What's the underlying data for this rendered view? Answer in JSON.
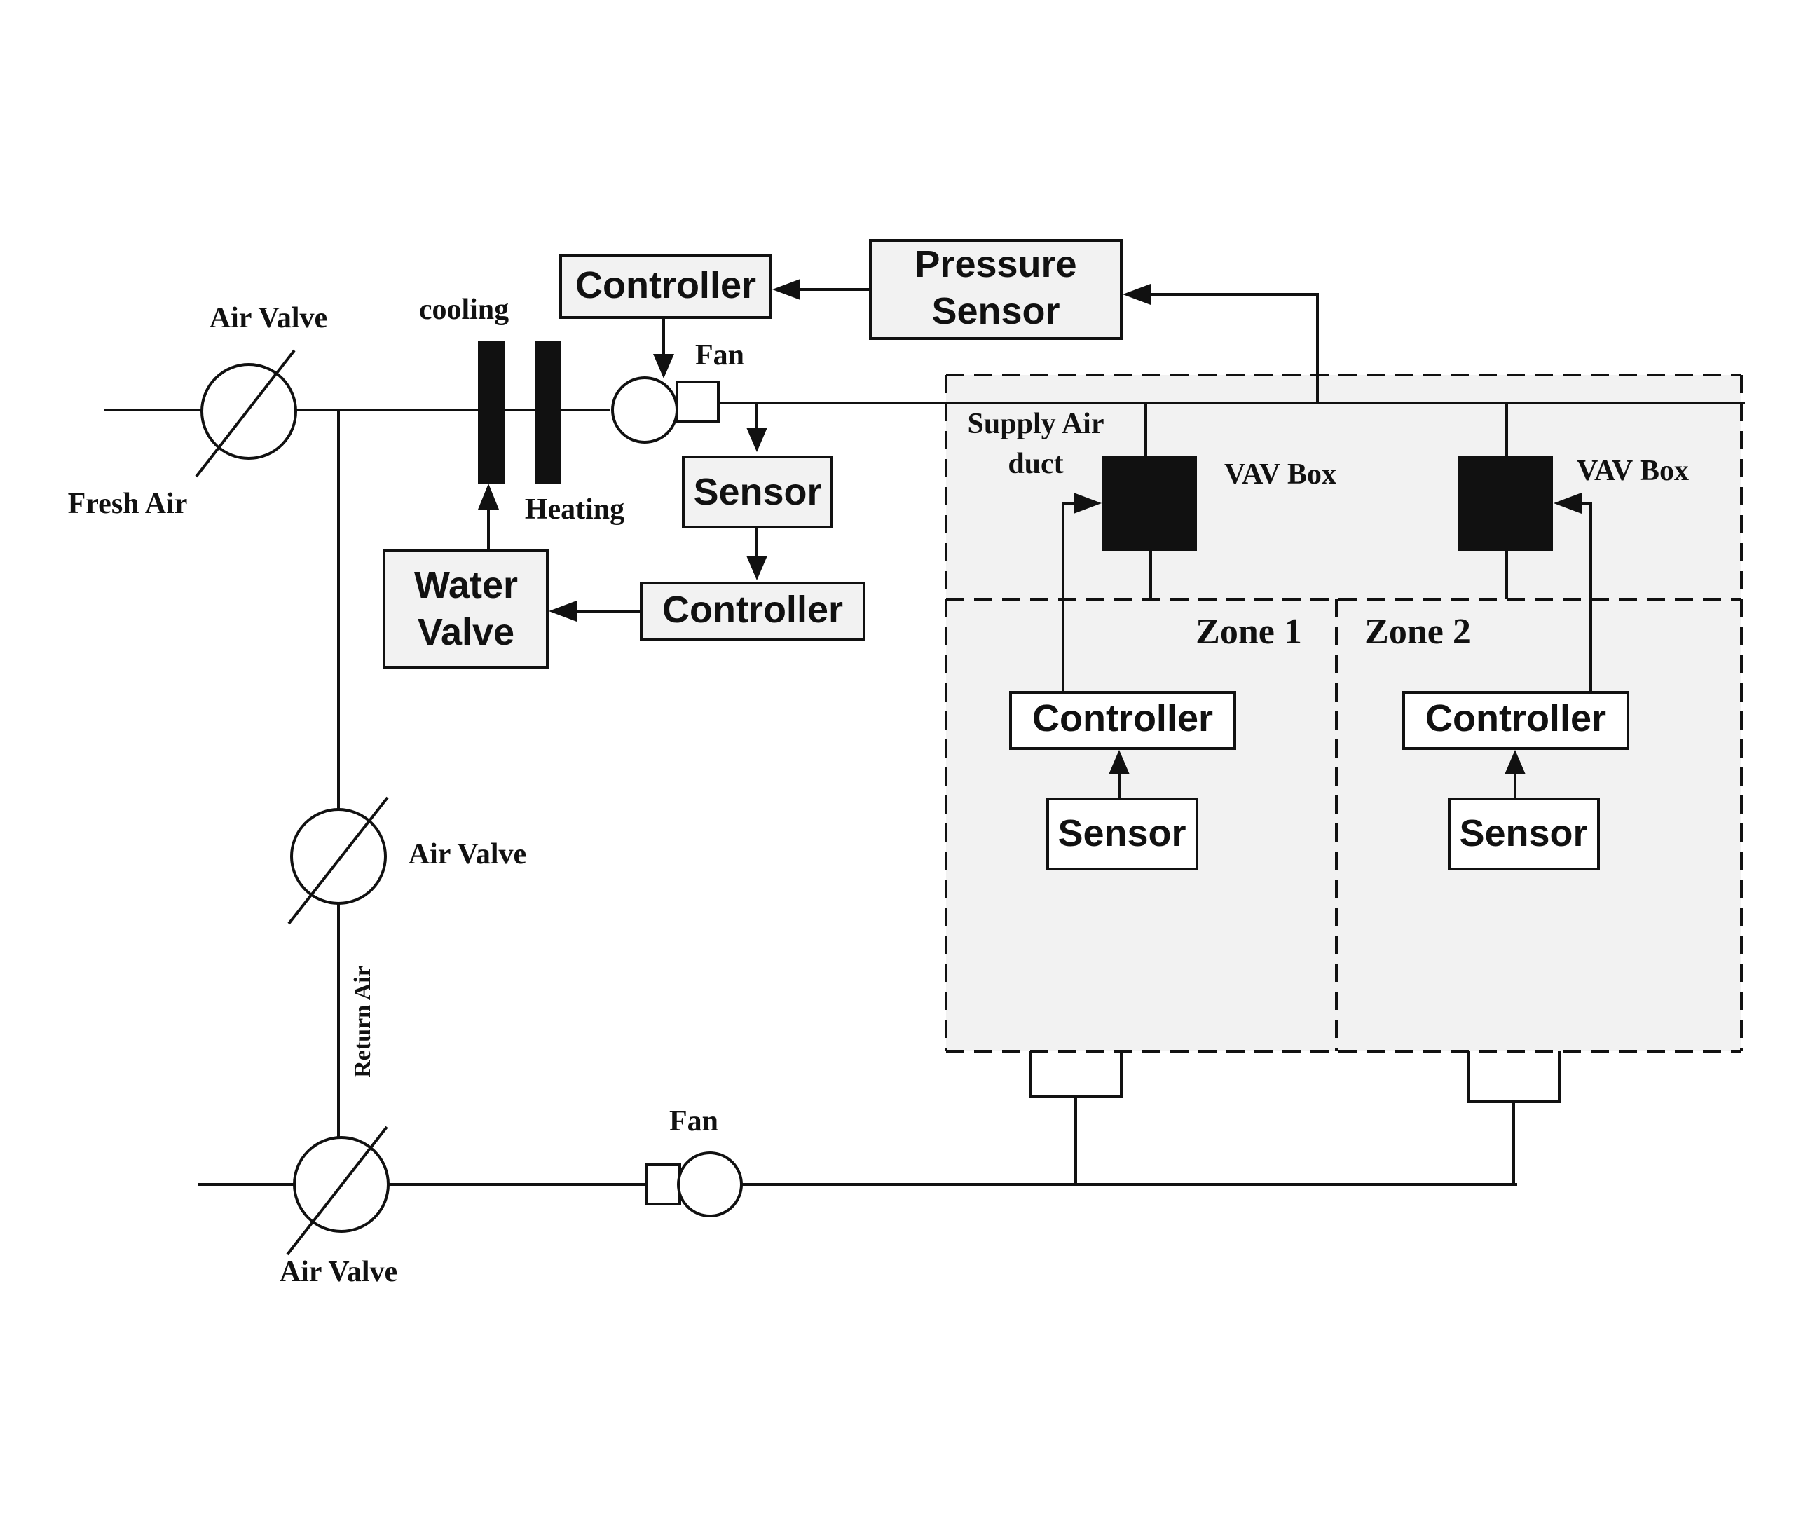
{
  "labels": {
    "air_valve_top": "Air Valve",
    "fresh_air": "Fresh Air",
    "cooling": "cooling",
    "heating": "Heating",
    "fan_top": "Fan",
    "controller_top": "Controller",
    "pressure_sensor_1": "Pressure",
    "pressure_sensor_2": "Sensor",
    "sensor_supply": "Sensor",
    "controller_mid": "Controller",
    "water_valve_1": "Water",
    "water_valve_2": "Valve",
    "supply_air_duct_1": "Supply Air",
    "supply_air_duct_2": "duct",
    "vav_box_1": "VAV Box",
    "vav_box_2": "VAV Box",
    "zone_1": "Zone 1",
    "zone_2": "Zone 2",
    "zone1_controller": "Controller",
    "zone1_sensor": "Sensor",
    "zone2_controller": "Controller",
    "zone2_sensor": "Sensor",
    "air_valve_mid": "Air Valve",
    "return_air": "Return Air",
    "fan_bottom": "Fan",
    "air_valve_bottom": "Air Valve"
  }
}
